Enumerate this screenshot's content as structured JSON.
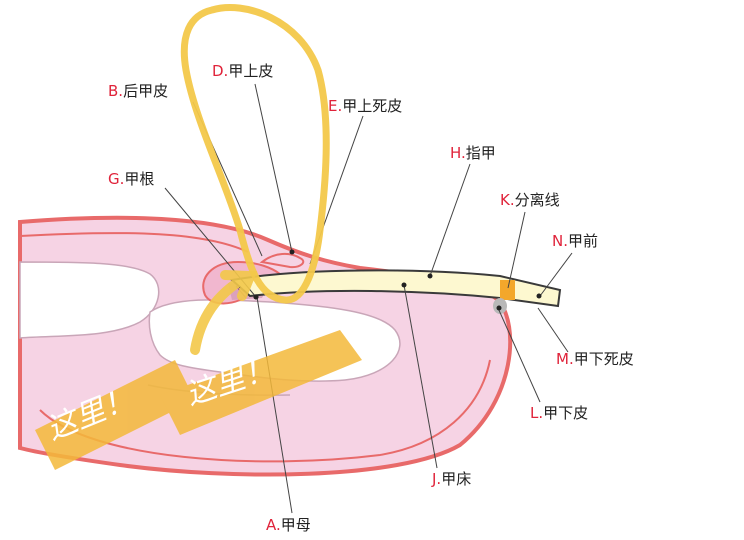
{
  "diagram": {
    "labels": {
      "A": {
        "key": "A.",
        "text": "甲母"
      },
      "B": {
        "key": "B.",
        "text": "后甲皮"
      },
      "D": {
        "key": "D.",
        "text": "甲上皮"
      },
      "E": {
        "key": "E.",
        "text": "甲上死皮"
      },
      "G": {
        "key": "G.",
        "text": "甲根"
      },
      "H": {
        "key": "H.",
        "text": "指甲"
      },
      "J": {
        "key": "J.",
        "text": "甲床"
      },
      "K": {
        "key": "K.",
        "text": "分离线"
      },
      "L": {
        "key": "L.",
        "text": "甲下皮"
      },
      "M": {
        "key": "M.",
        "text": "甲下死皮"
      },
      "N": {
        "key": "N.",
        "text": "甲前"
      }
    },
    "handwriting": {
      "left": "这里！",
      "right": "这里！"
    },
    "colors": {
      "skin": "#f6d3e4",
      "outline": "#e86a6a",
      "nail": "#fdf8d0",
      "nail_bed": "#d61e6b",
      "highlight": "#f3c84a",
      "label_key": "#e0233a"
    }
  }
}
